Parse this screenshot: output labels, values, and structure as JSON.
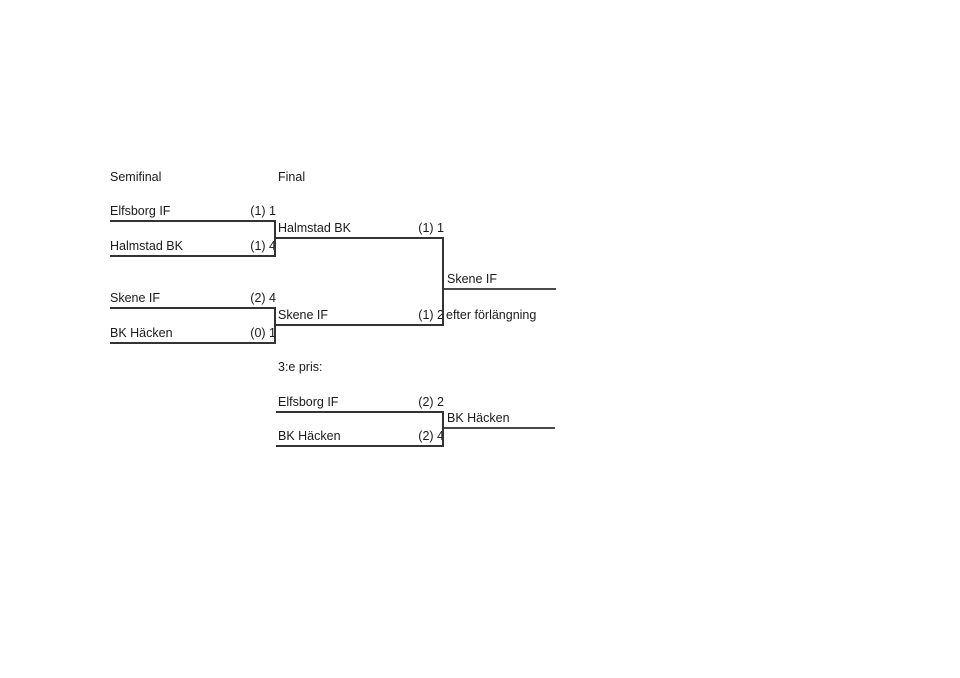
{
  "diagram": {
    "type": "single-elimination-bracket",
    "title_labels": {
      "semifinal": "Semifinal",
      "final": "Final",
      "third_place": "3:e pris:"
    },
    "rounds": [
      {
        "name": "Semifinal",
        "matches": [
          {
            "top": {
              "team": "Elfsborg IF",
              "score": "(1) 1"
            },
            "bottom": {
              "team": "Halmstad BK",
              "score": "(1) 4"
            },
            "winner": "Halmstad BK"
          },
          {
            "top": {
              "team": "Skene IF",
              "score": "(2) 4"
            },
            "bottom": {
              "team": "BK Häcken",
              "score": "(0) 1"
            },
            "winner": "Skene IF"
          }
        ]
      },
      {
        "name": "Final",
        "matches": [
          {
            "top": {
              "team": "Halmstad BK",
              "score": "(1) 1"
            },
            "bottom": {
              "team": "Skene IF",
              "score": "(1) 2"
            },
            "winner": "Skene IF",
            "note": "efter förlängning"
          }
        ]
      },
      {
        "name": "3:e pris:",
        "matches": [
          {
            "top": {
              "team": "Elfsborg IF",
              "score": "(2) 2"
            },
            "bottom": {
              "team": "BK Häcken",
              "score": "(2) 4"
            },
            "winner": "BK Häcken"
          }
        ]
      }
    ],
    "champion": "Skene IF",
    "third_place_winner": "BK Häcken",
    "colors": {
      "line": "#333333",
      "text": "#1a1a1a",
      "background": "#ffffff"
    }
  }
}
